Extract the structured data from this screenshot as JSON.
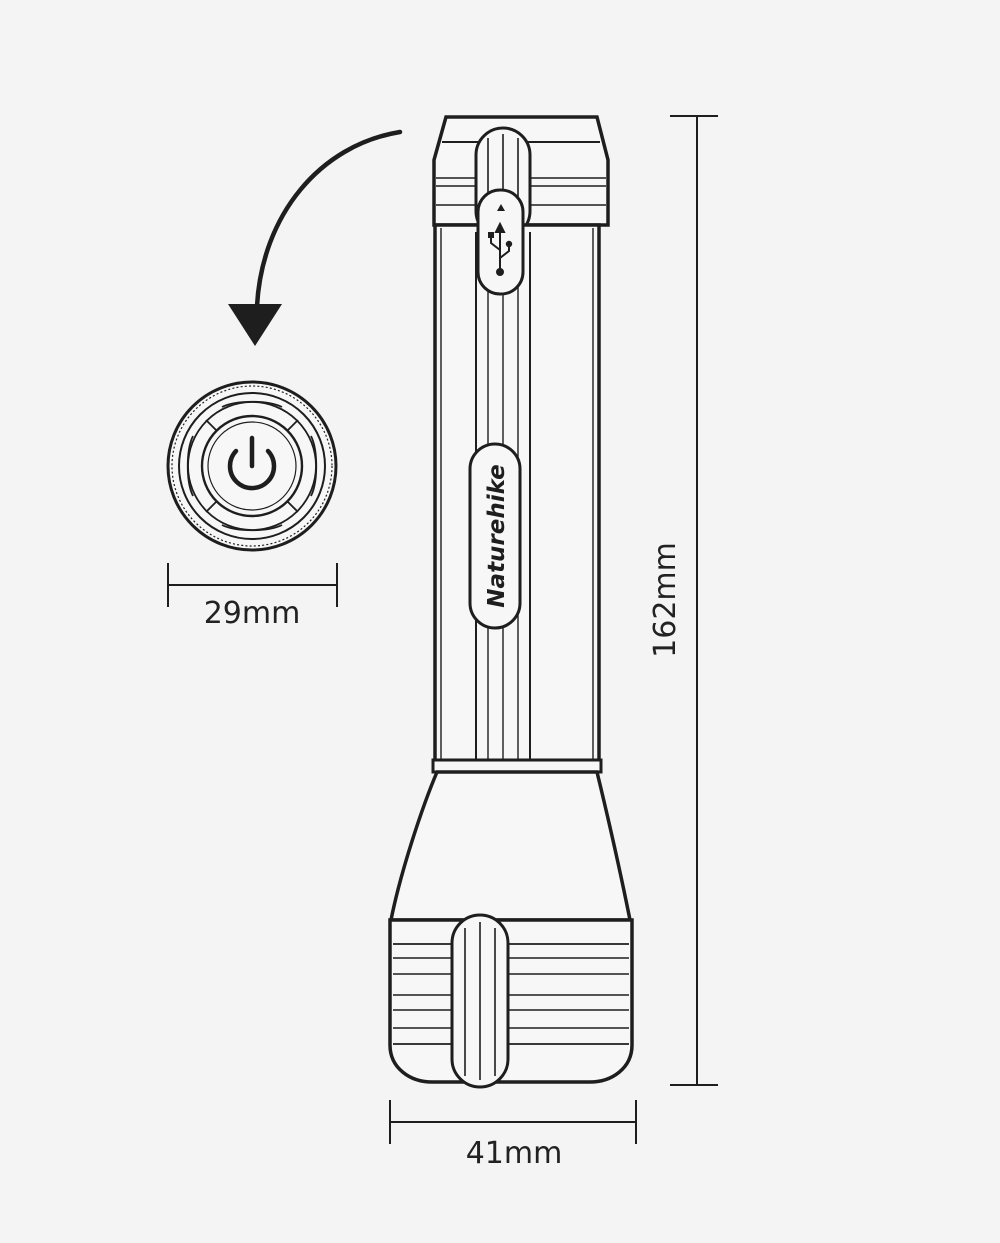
{
  "dimensions": {
    "height_label": "162mm",
    "head_width_label": "41mm",
    "cap_width_label": "29mm"
  },
  "brand": {
    "logo_text": "Naturehike"
  },
  "colors": {
    "background": "#f4f4f4",
    "line": "#1e1e1e",
    "fill": "#f7f7f7"
  },
  "icons": {
    "power": "power-icon",
    "usb": "usb-icon",
    "arrow": "curved-arrow-icon"
  }
}
